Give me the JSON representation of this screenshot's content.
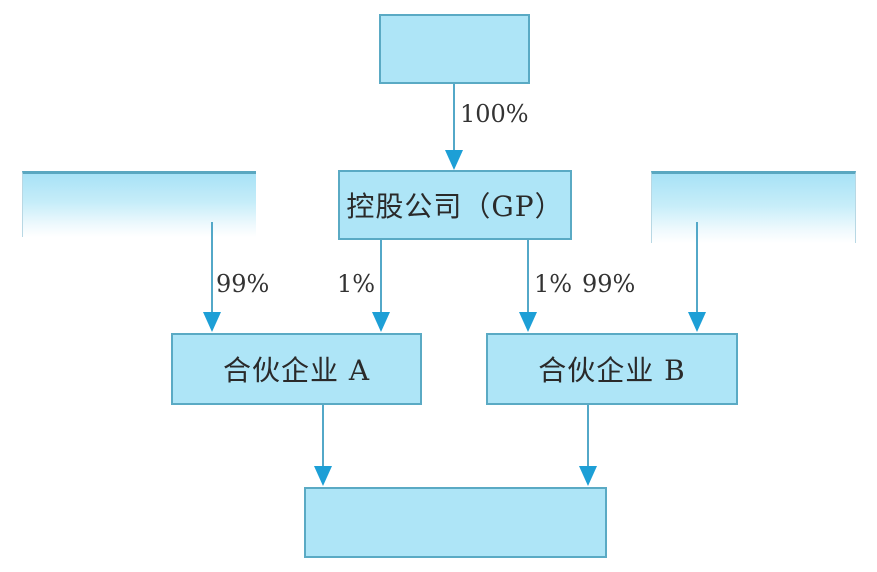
{
  "diagram": {
    "type": "ownership-structure",
    "colors": {
      "box_fill": "#aee5f7",
      "box_border": "#5aaac4",
      "arrow": "#1d9fd6",
      "line": "#53a8c8",
      "text": "#2a2a2a"
    },
    "nodes": {
      "top": {
        "label": ""
      },
      "gp": {
        "label": "控股公司（GP）"
      },
      "left_lp": {
        "label": ""
      },
      "right_lp": {
        "label": ""
      },
      "partnership_a": {
        "label": "合伙企业 A"
      },
      "partnership_b": {
        "label": "合伙企业 B"
      },
      "bottom": {
        "label": ""
      }
    },
    "edges": {
      "top_to_gp": {
        "label": "100%"
      },
      "left_lp_to_a": {
        "label": "99%"
      },
      "gp_to_a": {
        "label": "1%"
      },
      "gp_to_b": {
        "label": "1%"
      },
      "right_lp_to_b": {
        "label": "99%"
      },
      "a_to_bottom": {
        "label": ""
      },
      "b_to_bottom": {
        "label": ""
      }
    }
  }
}
